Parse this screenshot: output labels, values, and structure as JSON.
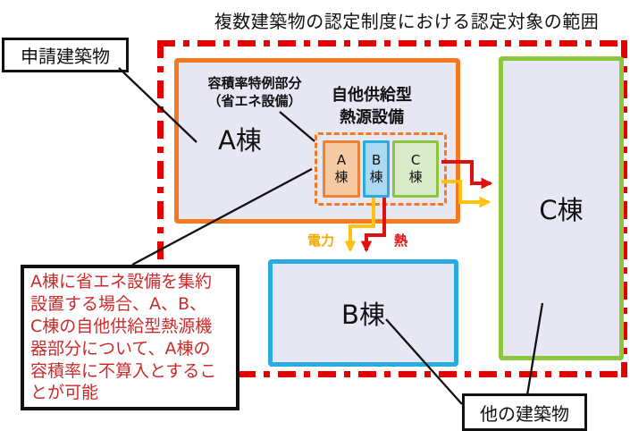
{
  "title": "複数建築物の認定制度における認定対象の範囲",
  "callouts": {
    "applicant": "申請建築物",
    "other": "他の建築物",
    "note": "A棟に省エネ設備を集約\n設置する場合、A、B、\nC棟の自他供給型熱源機\n器部分について、A棟の\n容積率に不算入とするこ\nとが可能"
  },
  "building_a": {
    "name": "A棟",
    "floor_area_label": "容積率特例部分\n（省エネ設備）",
    "heat_source_label": "自他供給型\n熱源設備",
    "units": [
      {
        "label": "A\n棟"
      },
      {
        "label": "B\n棟"
      },
      {
        "label": "C\n棟"
      }
    ]
  },
  "building_b": {
    "name": "B棟"
  },
  "building_c": {
    "name": "C棟"
  },
  "flows": {
    "electricity": "電力",
    "heat": "熱"
  },
  "colors": {
    "boundary_red": "#E60000",
    "building_a_border": "#F4791F",
    "building_b_border": "#29ABE2",
    "building_c_border": "#8CC63F",
    "building_fill": "#E7E7F4",
    "unit_a_fill": "#F6CBA4",
    "unit_b_fill": "#ABD9F1",
    "unit_c_fill": "#D9EBC9",
    "arrow_heat": "#E01010",
    "arrow_electricity": "#FFC20E",
    "note_text": "#CC2A2A"
  }
}
